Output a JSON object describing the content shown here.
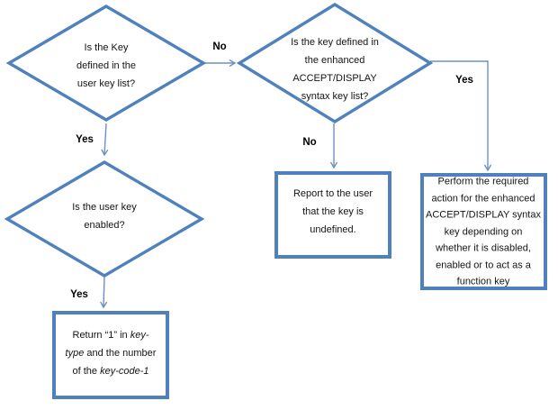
{
  "colors": {
    "shape_border": "#4f81bd",
    "connector": "#6b91c1",
    "text": "#141414"
  },
  "diamonds": {
    "user_key_defined": {
      "lines": [
        "Is the Key",
        "defined in the",
        "user key list?"
      ]
    },
    "enhanced_key_defined": {
      "lines": [
        "Is the key defined in",
        "the enhanced",
        "ACCEPT/DISPLAY",
        "syntax key list?"
      ]
    },
    "user_key_enabled": {
      "lines": [
        "Is the user key",
        "enabled?"
      ]
    }
  },
  "boxes": {
    "report_undefined": {
      "lines": [
        "Report to the user",
        "that the key is",
        "undefined."
      ]
    },
    "perform_action": {
      "lines": [
        "Perform the required",
        "action for the enhanced",
        "ACCEPT/DISPLAY syntax",
        "key depending on",
        "whether it is disabled,",
        "enabled or to act as a",
        "function key"
      ]
    },
    "return_key_type": {
      "line1": {
        "normal": "Return “1” in ",
        "italic": "key-"
      },
      "line2": {
        "italic": "type",
        "normal": " and the number"
      },
      "line3": {
        "normal": "of the ",
        "italic": "key-code-1"
      }
    }
  },
  "labels": {
    "no_to_enhanced": "No",
    "yes_to_enabled": "Yes",
    "no_to_report": "No",
    "yes_to_perform": "Yes",
    "yes_to_return": "Yes"
  }
}
